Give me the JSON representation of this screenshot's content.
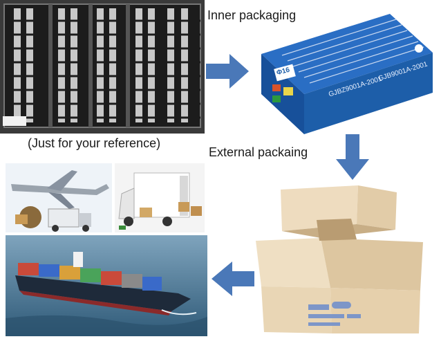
{
  "labels": {
    "inner": "Inner packaging",
    "reference": "(Just for your reference)",
    "external": "External packaing"
  },
  "box": {
    "model_a": "GJBZ9001A-2001",
    "model_b": "GJB9001A-2001",
    "badge": "Φ16"
  },
  "colors": {
    "arrow": "#4a78b8",
    "box_blue": "#1f5fb0",
    "cardboard": "#e8d4b2",
    "sea": "#3f6f8e"
  }
}
